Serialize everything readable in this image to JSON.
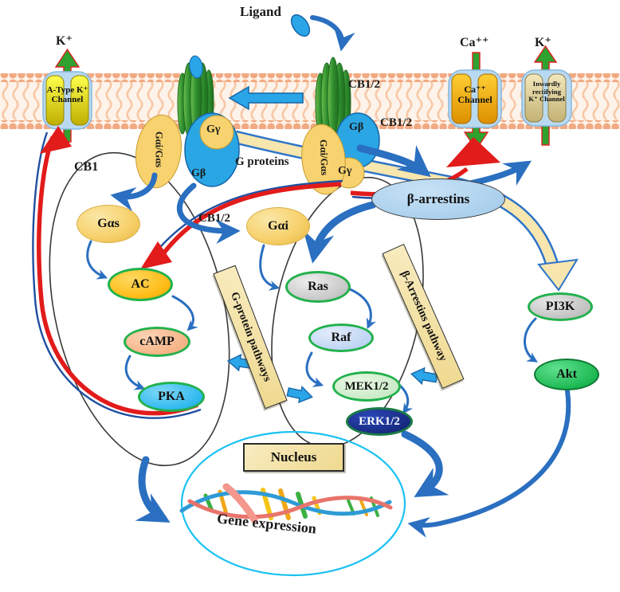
{
  "figure": "CB1/2 cannabinoid receptor signaling pathways diagram",
  "labels": {
    "ligand": "Ligand",
    "k_left": "K⁺",
    "ca_ion": "Ca⁺⁺",
    "k_right": "K⁺",
    "cb12_receptor": "CB1/2",
    "cb12_inner": "CB1/2",
    "cb12_mid": "CB1/2",
    "cb1": "CB1",
    "g_proteins": "G proteins",
    "g_beta_left": "Gβ",
    "g_gamma_left": "Gγ",
    "g_beta_right": "Gβ",
    "g_gamma_right": "Gγ",
    "gai_gas_left": "Gαi/Gαs",
    "gai_gas_right": "Gαi/Gαs",
    "gene_expression": "Gene expression"
  },
  "channels": {
    "a_type": {
      "line1": "A-Type K⁺",
      "line2": "Channel"
    },
    "calcium": {
      "line1": "Ca⁺⁺",
      "line2": "Channel"
    },
    "inward": {
      "line1": "Inwardly",
      "line2": "rectifying",
      "line3": "K⁺ Channel"
    }
  },
  "nodes": {
    "gas": "Gαs",
    "gai": "Gαi",
    "ac": "AC",
    "camp": "cAMP",
    "pka": "PKA",
    "ras": "Ras",
    "raf": "Raf",
    "mek": "MEK1/2",
    "erk": "ERK1/2",
    "pi3k": "PI3K",
    "akt": "Akt",
    "beta_arrestins": "β-arrestins"
  },
  "pathway_boxes": {
    "g_protein": "G-protein pathways",
    "b_arrestin": "β-Arrestins pathway",
    "nucleus": "Nucleus"
  },
  "colors": {
    "membrane_heads": "#F2A982",
    "membrane_tails": "#F7C8A6",
    "arrow_blue": "#2A6FC0",
    "light_blue_arrow": "#2AA6E8",
    "inhibit_red": "#E21B1B",
    "green_arrow": "#2EA12E",
    "node_border_green": "#22B14C",
    "tan_ribbon": "#F5E2A6",
    "nucleus_outline": "#1BC2F2",
    "receptor_green": "#3E9B3E",
    "g_protein_yellow": "#F7D26E",
    "g_beta_blue": "#2AA6E4",
    "erk_navy": "#16297C",
    "akt_green": "#1DB954"
  }
}
